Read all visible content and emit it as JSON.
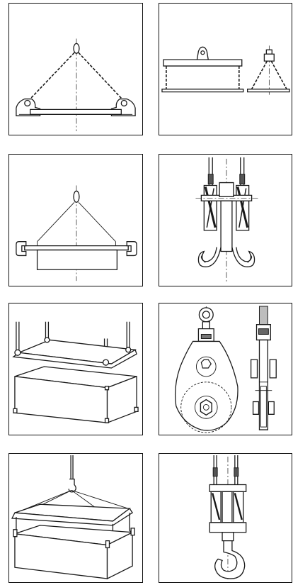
{
  "panels": [
    {
      "id": "chain-sling-with-plate-clamps"
    },
    {
      "id": "spreader-beam-and-chain-sling"
    },
    {
      "id": "sling-with-c-hooks-and-load"
    },
    {
      "id": "pulley-block-with-double-hook"
    },
    {
      "id": "lifting-frame-over-crate"
    },
    {
      "id": "single-sheave-pulley-block"
    },
    {
      "id": "hook-suspended-frame-over-crate"
    },
    {
      "id": "block-with-single-hook"
    }
  ],
  "colors": {
    "ink": "#1a1a1a",
    "paper": "#ffffff",
    "shade": "#bdbdbd"
  }
}
